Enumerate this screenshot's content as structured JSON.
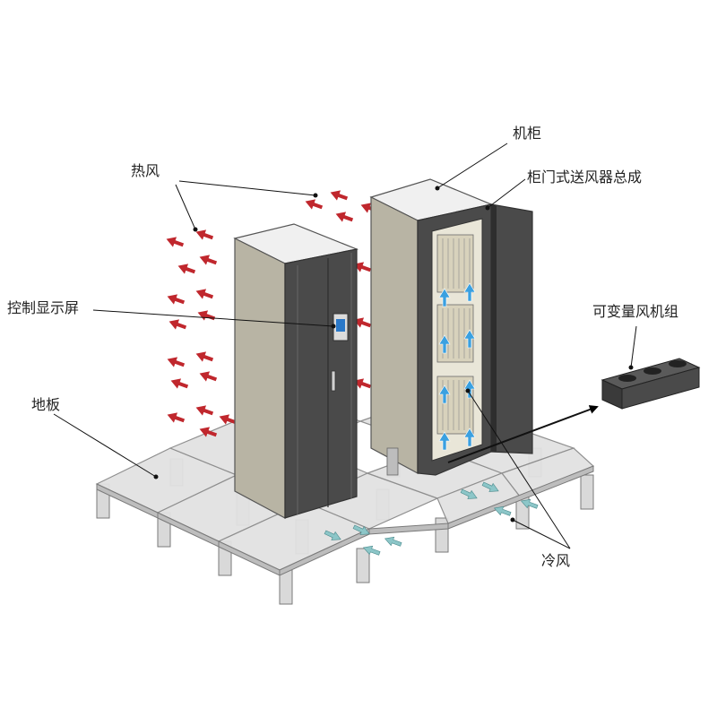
{
  "labels": {
    "hot_air": "热风",
    "control_panel": "控制显示屏",
    "floor": "地板",
    "cabinet": "机柜",
    "door_fan_assembly": "柜门式送风器总成",
    "variable_fan_unit": "可变量风机组",
    "cold_air": "冷风"
  },
  "colors": {
    "hot_air_arrow": "#c0272d",
    "cold_air_arrow": "#3aa0e0",
    "floor_cold_arrow": "#8cc6c8",
    "cabinet_dark": "#4a4a4a",
    "cabinet_side": "#b8b4a4",
    "floor_panel": "#e2e2e2"
  }
}
